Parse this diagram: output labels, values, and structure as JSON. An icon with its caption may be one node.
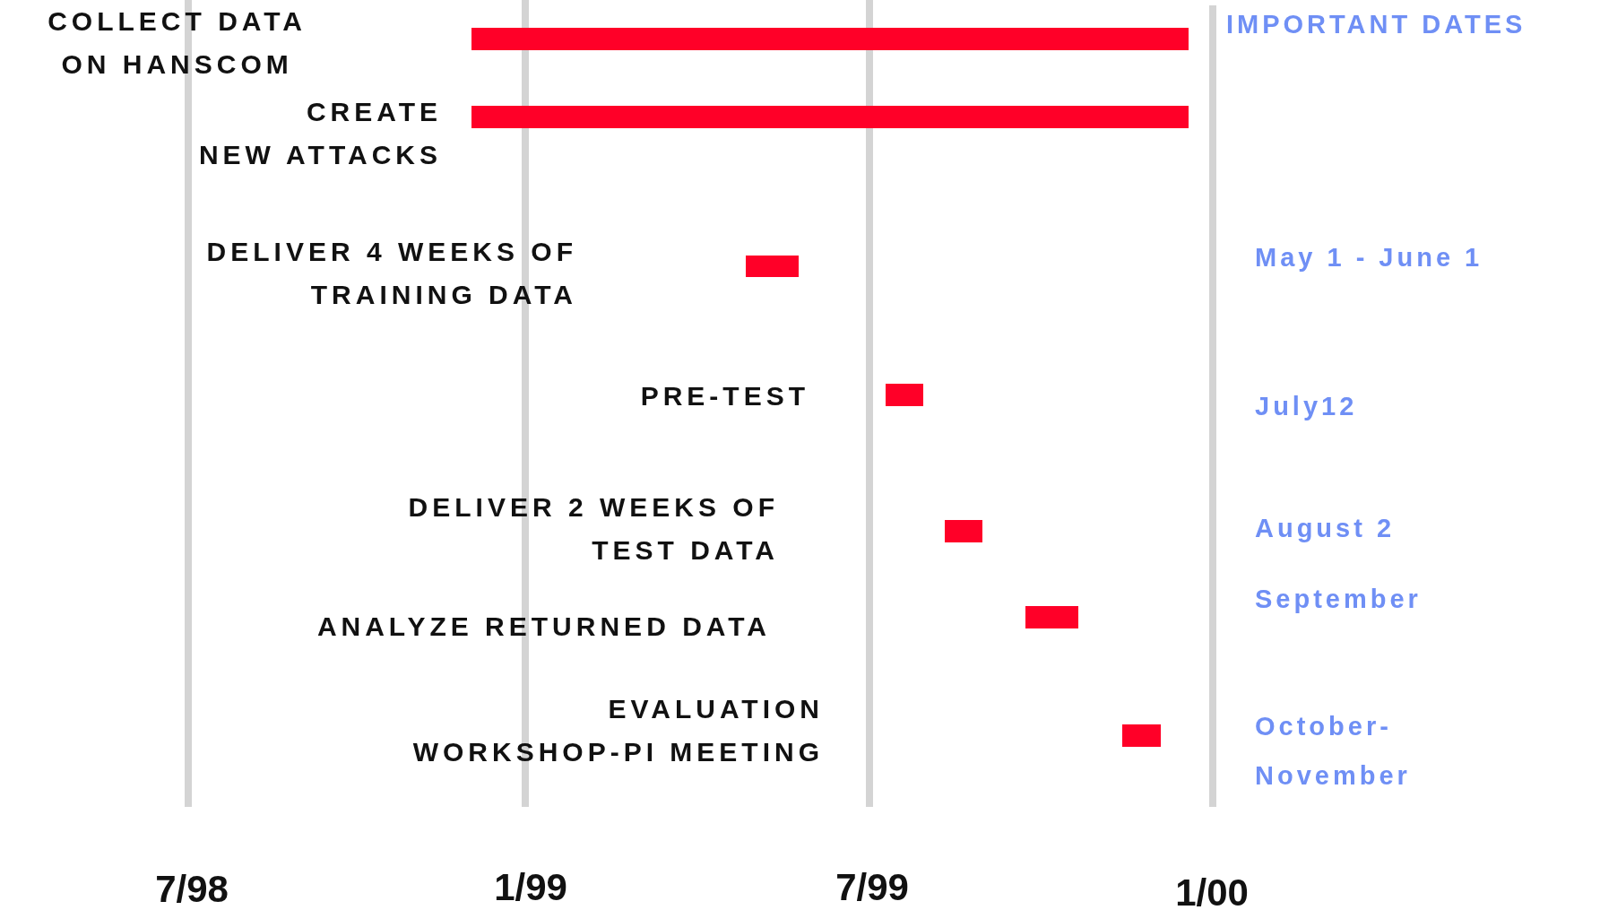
{
  "diagram": {
    "nodes": [
      {
        "text": [],
        "shape": "bar"
      },
      {
        "text": [],
        "shape": "bar"
      },
      {
        "text": [],
        "shape": "bar"
      },
      {
        "text": [],
        "shape": "bar"
      },
      {
        "text": [],
        "shape": "bar"
      },
      {
        "text": [],
        "shape": "bar"
      },
      {
        "text": [],
        "shape": "bar"
      }
    ],
    "labels": [
      "COLLECT DATA ON HANSCOM",
      "IMPORTANT DATES",
      "CREATE NEW ATTACKS",
      "DELIVER 4 WEEKS OF TRAINING DATA",
      "May 1 - June 1",
      "PRE-TEST",
      "July12",
      "DELIVER 2 WEEKS OF TEST DATA",
      "August 2",
      "ANALYZE RETURNED DATA",
      "September",
      "EVALUATION WORKSHOP-PI MEETING",
      "October- November",
      "7/98",
      "1/99",
      "7/99",
      "1/00"
    ]
  }
}
